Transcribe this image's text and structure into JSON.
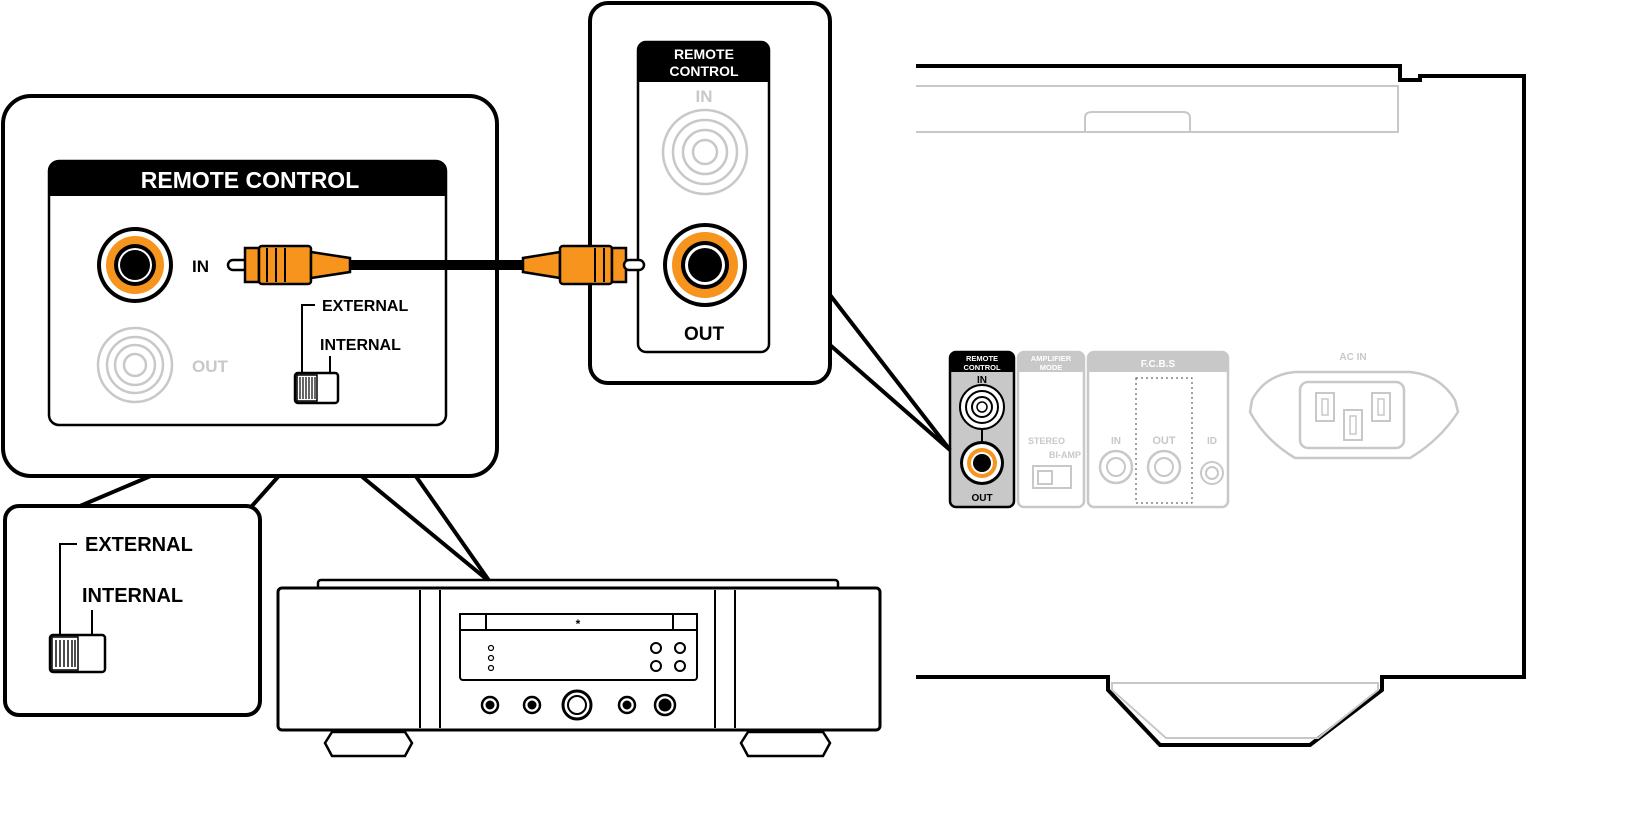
{
  "colors": {
    "accent": "#f7941d",
    "outline": "#000000",
    "inactive": "#c8c8c8"
  },
  "left_callout": {
    "header": "REMOTE CONTROL",
    "in_label": "IN",
    "out_label": "OUT",
    "switch_external": "EXTERNAL",
    "switch_internal": "INTERNAL"
  },
  "switch_detail": {
    "external": "EXTERNAL",
    "internal": "INTERNAL"
  },
  "top_callout": {
    "header_line1": "REMOTE",
    "header_line2": "CONTROL",
    "in_label": "IN",
    "out_label": "OUT"
  },
  "rear_panel": {
    "remote_line1": "REMOTE",
    "remote_line2": "CONTROL",
    "remote_in": "IN",
    "remote_out": "OUT",
    "amp_line1": "AMPLIFIER",
    "amp_line2": "MODE",
    "amp_stereo": "STEREO",
    "amp_biamp": "BI-AMP",
    "fcbs": "F.C.B.S",
    "fcbs_in": "IN",
    "fcbs_out": "OUT",
    "fcbs_id": "ID",
    "ac_in": "AC IN"
  }
}
